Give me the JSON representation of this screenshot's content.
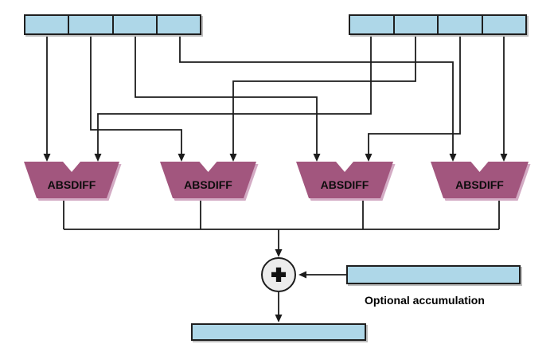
{
  "colors": {
    "register_fill": "#aed7e8",
    "register_border": "#1f1f1f",
    "wire": "#1c1c1c",
    "alu_fill": "#a2567e",
    "alu_shadow": "#d3abc4",
    "adder_fill": "#ececec"
  },
  "registers": {
    "source_a": {
      "lanes": 4
    },
    "source_b": {
      "lanes": 4
    },
    "accumulator": {
      "lanes": 1
    },
    "result": {
      "lanes": 1
    }
  },
  "alu_units": [
    {
      "label": "ABSDIFF"
    },
    {
      "label": "ABSDIFF"
    },
    {
      "label": "ABSDIFF"
    },
    {
      "label": "ABSDIFF"
    }
  ],
  "adder": {
    "symbol": "+"
  },
  "annotations": {
    "optional_accumulation": "Optional accumulation"
  }
}
